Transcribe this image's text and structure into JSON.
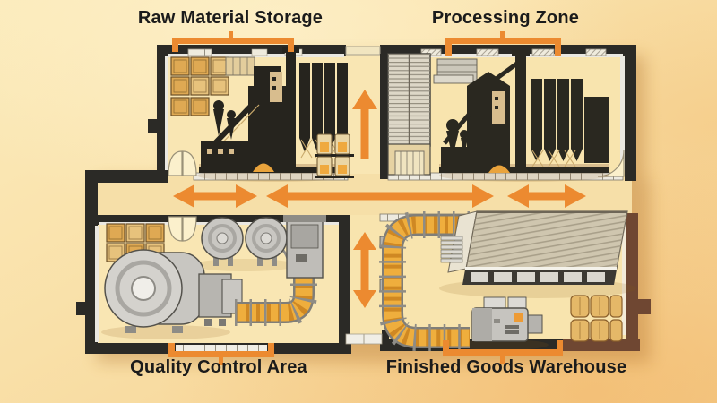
{
  "zones": [
    {
      "id": "raw-material-storage",
      "label": "Raw Material Storage",
      "position": "top-left",
      "contents": [
        "storage-crates-icon",
        "pallet-icon",
        "grain-elevator-silhouette-icon",
        "barrels-icon"
      ]
    },
    {
      "id": "processing-zone",
      "label": "Processing Zone",
      "position": "top-right",
      "contents": [
        "corrugated-tower-icon",
        "pallet-icon",
        "processing-plant-silhouette-icon"
      ]
    },
    {
      "id": "quality-control-area",
      "label": "Quality Control Area",
      "position": "bottom-left",
      "contents": [
        "storage-crates-icon",
        "round-tank-icon",
        "round-tank-icon",
        "rotary-drum-icon",
        "inspection-conveyor-icon",
        "control-machine-icon"
      ]
    },
    {
      "id": "finished-goods-warehouse",
      "label": "Finished Goods Warehouse",
      "position": "bottom-right",
      "contents": [
        "u-conveyor-icon",
        "packing-machine-icon",
        "warehouse-building-icon",
        "stairs-icon",
        "pallet-sacks-icon"
      ]
    }
  ],
  "flows": [
    {
      "id": "top-corridor-arrow",
      "type": "arrow-up",
      "between": [
        "raw-material-storage",
        "processing-zone"
      ]
    },
    {
      "id": "middle-corridor-arrow-left",
      "type": "arrow-double-horizontal",
      "between": [
        "quality-control-area",
        "raw-material-storage"
      ]
    },
    {
      "id": "middle-corridor-arrow-center",
      "type": "arrow-double-horizontal",
      "between": [
        "raw-material-storage",
        "processing-zone"
      ]
    },
    {
      "id": "middle-corridor-arrow-right",
      "type": "arrow-double-horizontal",
      "between": [
        "processing-zone",
        "finished-goods-warehouse"
      ]
    },
    {
      "id": "bottom-corridor-arrow",
      "type": "arrow-double-vertical",
      "between": [
        "quality-control-area",
        "finished-goods-warehouse"
      ]
    }
  ],
  "colors": {
    "accent_orange": "#EC8A30",
    "product_orange": "#EFAE3D",
    "wall_dark": "#2B2A26",
    "wall_brown": "#6F4732",
    "floor": "#F8E5B0",
    "background_light": "#FBEBBB",
    "background_warm": "#F5CE8E",
    "silhouette": "#26241E",
    "metal_gray": "#C6C4BF",
    "crate_tan": "#DFA953",
    "label_text": "#1B1B1B"
  }
}
